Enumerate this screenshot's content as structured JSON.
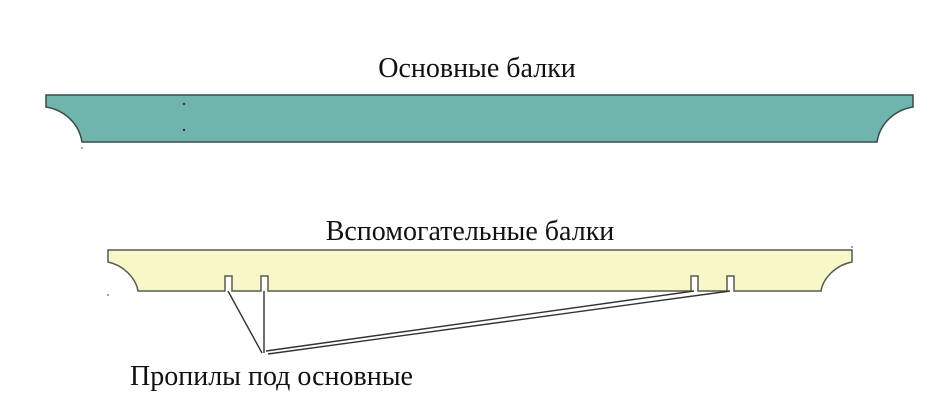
{
  "labels": {
    "main_beams": "Основные балки",
    "aux_beams": "Вспомогательные балки",
    "cuts": "Пропилы под основные"
  },
  "colors": {
    "main_beam_fill": "#6fb5ad",
    "main_beam_stroke": "#3a4a48",
    "aux_beam_fill": "#f7f7c8",
    "aux_beam_stroke": "#5a5a50",
    "text": "#111111",
    "leader": "#333333"
  },
  "beams": [
    {
      "name": "main-beam",
      "cut_count": 0
    },
    {
      "name": "aux-beam",
      "cut_count": 4
    }
  ]
}
